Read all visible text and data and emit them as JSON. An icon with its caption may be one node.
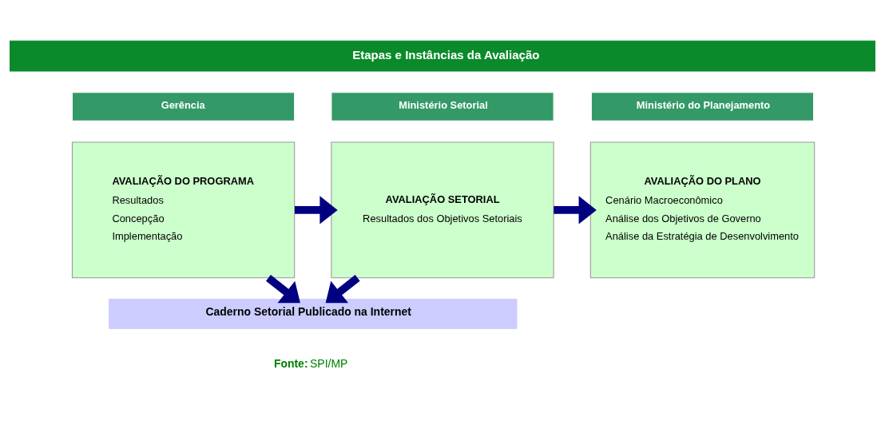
{
  "diagram": {
    "nodes": [
      {
        "text": [
          "Etapas e Instâncias da Avaliação"
        ]
      },
      {
        "text": [
          "Gerência"
        ]
      },
      {
        "text": [
          "Ministério Setorial"
        ]
      },
      {
        "text": [
          "Ministério do Planejamento"
        ]
      },
      {
        "text": [
          "AVALIAÇÃO DO PROGRAMA",
          "Resultados",
          "Concepção",
          "Implementação"
        ]
      },
      {
        "text": [
          "AVALIAÇÃO SETORIAL",
          "Resultados dos Objetivos Setoriais"
        ]
      },
      {
        "text": [
          "AVALIAÇÃO DO PLANO",
          "Cenário Macroeconômico",
          "Análise dos Objetivos de Governo",
          "Análise da Estratégia de Desenvolvimento"
        ]
      },
      {
        "text": [
          "Caderno Setorial Publicado na Internet"
        ]
      }
    ],
    "edges": [
      {
        "from": 4,
        "to": 5,
        "arrow": "to"
      },
      {
        "from": 5,
        "to": 6,
        "arrow": "to"
      },
      {
        "from": 4,
        "to": 7,
        "arrow": "to"
      },
      {
        "from": 5,
        "to": 7,
        "arrow": "to"
      }
    ],
    "labels": [
      "**Fonte:** SPI/MP"
    ]
  }
}
